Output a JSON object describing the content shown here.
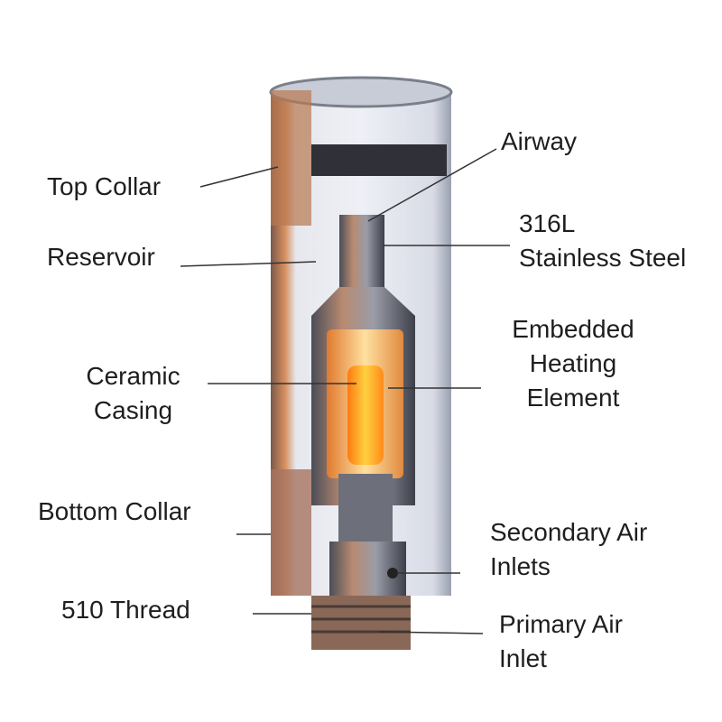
{
  "labels": {
    "top_collar": "Top Collar",
    "reservoir": "Reservoir",
    "airway": "Airway",
    "steel_line1": "316L",
    "steel_line2": "Stainless Steel",
    "heating_line1": "Embedded",
    "heating_line2": "Heating",
    "heating_line3": "Element",
    "ceramic_line1": "Ceramic",
    "ceramic_line2": "Casing",
    "bottom_collar": "Bottom Collar",
    "secondary_line1": "Secondary Air",
    "secondary_line2": "Inlets",
    "thread": "510 Thread",
    "primary_line1": "Primary Air",
    "primary_line2": "Inlet"
  },
  "colors": {
    "heating": "#ff9a1a",
    "metal": "#8a8f99",
    "copper": "#c07a4a"
  }
}
